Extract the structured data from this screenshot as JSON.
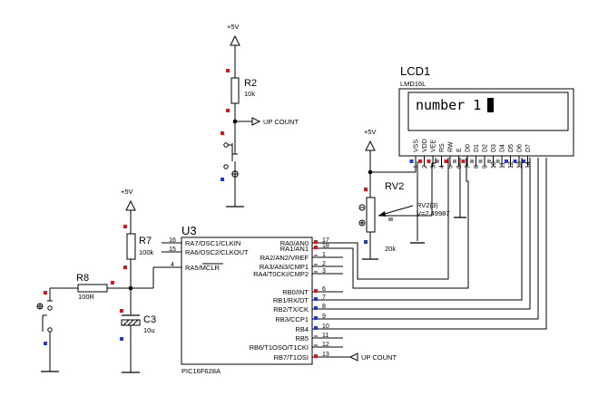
{
  "supply": {
    "plus5v": "+5V"
  },
  "r2": {
    "ref": "R2",
    "value": "10k"
  },
  "up_count_label": "UP COUNT",
  "lcd": {
    "ref": "LCD1",
    "model": "LMD16L",
    "display_text": "number 1",
    "pins": [
      {
        "name": "VSS",
        "num": "1"
      },
      {
        "name": "VDD",
        "num": "2"
      },
      {
        "name": "VEE",
        "num": "3"
      },
      {
        "name": "RS",
        "num": "4"
      },
      {
        "name": "RW",
        "num": "5"
      },
      {
        "name": "E",
        "num": "6"
      },
      {
        "name": "D0",
        "num": "7"
      },
      {
        "name": "D1",
        "num": "8"
      },
      {
        "name": "D2",
        "num": "9"
      },
      {
        "name": "D3",
        "num": "10"
      },
      {
        "name": "D4",
        "num": "11"
      },
      {
        "name": "D5",
        "num": "12"
      },
      {
        "name": "D6",
        "num": "13"
      },
      {
        "name": "D7",
        "num": "14"
      }
    ]
  },
  "rv2": {
    "ref": "RV2",
    "annotation_1": "RV2(3)",
    "annotation_2": "V=2.49987",
    "value": "20k"
  },
  "r7": {
    "ref": "R7",
    "value": "100k"
  },
  "r8": {
    "ref": "R8",
    "value": "100R"
  },
  "c3": {
    "ref": "C3",
    "value": "10u"
  },
  "u3": {
    "ref": "U3",
    "part": "PIC16F628A",
    "left_pins": [
      {
        "num": "16",
        "name": "RA7/OSC1/CLKIN"
      },
      {
        "num": "15",
        "name": "RA6/OSC2/CLKOUT"
      },
      {
        "num": "4",
        "name": "RA5/MCLR"
      }
    ],
    "right_pins": [
      {
        "num": "17",
        "name": "RA0/AN0"
      },
      {
        "num": "18",
        "name": "RA1/AN1"
      },
      {
        "num": "1",
        "name": "RA2/AN2/VREF"
      },
      {
        "num": "2",
        "name": "RA3/AN3/CMP1"
      },
      {
        "num": "3",
        "name": "RA4/T0CKI/CMP2"
      },
      {
        "num": "6",
        "name": "RB0/INT"
      },
      {
        "num": "7",
        "name": "RB1/RX/DT"
      },
      {
        "num": "8",
        "name": "RB2/TX/CK"
      },
      {
        "num": "9",
        "name": "RB3/CCP1"
      },
      {
        "num": "10",
        "name": "RB4"
      },
      {
        "num": "11",
        "name": "RB5"
      },
      {
        "num": "12",
        "name": "RB6/T1OSO/T1CKI"
      },
      {
        "num": "13",
        "name": "RB7/T1OSI"
      }
    ]
  }
}
